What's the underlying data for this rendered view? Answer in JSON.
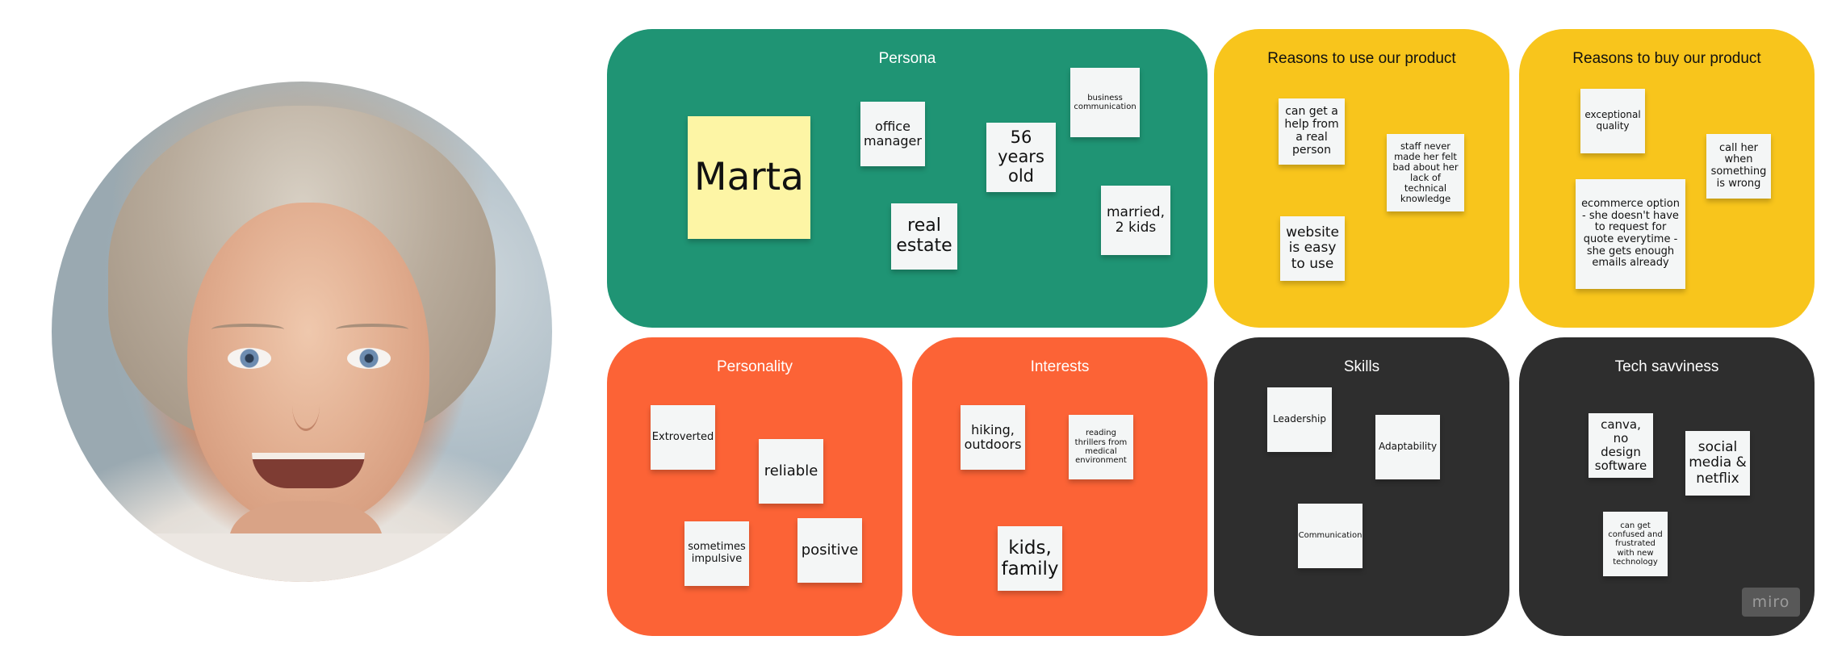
{
  "colors": {
    "green": "#1f9474",
    "yellow": "#f8c51c",
    "orange": "#fc6336",
    "dark": "#2e2e2e",
    "note": "#f4f6f6",
    "name_note": "#fdf5a5"
  },
  "panels": {
    "persona": {
      "title": "Persona",
      "name": "Marta",
      "notes": [
        "office manager",
        "56 years old",
        "business communication",
        "real estate",
        "married, 2 kids"
      ]
    },
    "reasons_use": {
      "title": "Reasons to use our product",
      "notes": [
        "can get a help from a real person",
        "staff never made her felt bad about her lack of technical knowledge",
        "website is easy to use"
      ]
    },
    "reasons_buy": {
      "title": "Reasons to buy our product",
      "notes": [
        "exceptional quality",
        "call her when something is wrong",
        "ecommerce option - she doesn't have to request for quote everytime - she gets enough emails already"
      ]
    },
    "personality": {
      "title": "Personality",
      "notes": [
        "Extroverted",
        "reliable",
        "sometimes impulsive",
        "positive"
      ]
    },
    "interests": {
      "title": "Interests",
      "notes": [
        "hiking, outdoors",
        "reading thrillers from medical environment",
        "kids, family"
      ]
    },
    "skills": {
      "title": "Skills",
      "notes": [
        "Leadership",
        "Adaptability",
        "Communication"
      ]
    },
    "tech": {
      "title": "Tech savviness",
      "notes": [
        "canva, no design software",
        "social media & netflix",
        "can get confused and frustrated with new technology"
      ]
    }
  },
  "watermark": "miro"
}
